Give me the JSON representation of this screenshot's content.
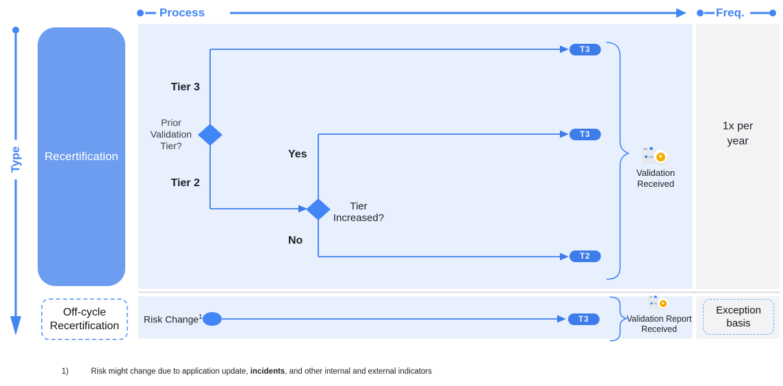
{
  "header": {
    "process_label": "Process",
    "freq_label": "Freq."
  },
  "type_axis": {
    "label": "Type"
  },
  "type_items": {
    "recertification": "Recertification",
    "off_cycle": "Off-cycle\nRecertification"
  },
  "flow": {
    "tier3_branch_label": "Tier 3",
    "tier2_branch_label": "Tier 2",
    "decision1_label": "Prior\nValidation\nTier?",
    "decision2_label": "Tier\nIncreased?",
    "yes_label": "Yes",
    "no_label": "No",
    "pills": {
      "t3_top": "T3",
      "t3_mid": "T3",
      "t2": "T2",
      "t3_offcycle": "T3"
    },
    "validation_received": "Validation\nReceived",
    "risk_change_label": "Risk Change",
    "risk_change_footnote_ref": "1",
    "validation_report_received": "Validation Report\nReceived",
    "badge_star": "★"
  },
  "frequency": {
    "recert": "1x per\nyear",
    "off_cycle": "Exception\nbasis"
  },
  "footnote": {
    "num": "1)",
    "pre": "Risk might change due to application update, ",
    "bold": "incidents",
    "post": ", and other internal and external indicators"
  },
  "colors": {
    "accent_blue": "#4285f4",
    "line_blue": "#3d7de9",
    "flow_panel_bg": "#e8f0fe",
    "freq_panel_bg": "#f1f3f4",
    "recert_box_bg": "#6c9df0",
    "pill_bg": "#3e7de9",
    "seal_gold": "#f9ab00"
  },
  "icons": {
    "validation_received": "certificate-badge-icon",
    "validation_report": "certificate-badge-icon"
  }
}
